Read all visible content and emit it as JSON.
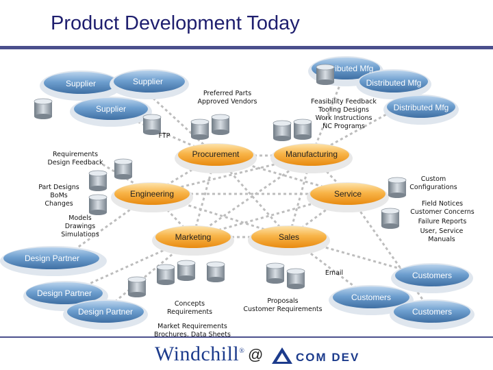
{
  "title": "Product Development Today",
  "nodes": {
    "distributed_mfg_1": "Distributed Mfg",
    "distributed_mfg_2": "Distributed Mfg",
    "distributed_mfg_3": "Distributed Mfg",
    "supplier_1": "Supplier",
    "supplier_2": "Supplier",
    "supplier_3": "Supplier",
    "procurement": "Procurement",
    "manufacturing": "Manufacturing",
    "engineering": "Engineering",
    "service": "Service",
    "marketing": "Marketing",
    "sales": "Sales",
    "design_partner_1": "Design Partner",
    "design_partner_2": "Design Partner",
    "design_partner_3": "Design Partner",
    "customers_1": "Customers",
    "customers_2": "Customers",
    "customers_3": "Customers"
  },
  "labels": {
    "preferred_parts": [
      "Preferred Parts",
      "Approved Vendors"
    ],
    "feasibility": [
      "Feasibility Feedback",
      "Tooling Designs",
      "Work Instructions",
      "NC Programs"
    ],
    "ftp": "FTP",
    "requirements": [
      "Requirements",
      "Design Feedback"
    ],
    "part_designs": [
      "Part Designs",
      "BoMs",
      "Changes"
    ],
    "models": [
      "Models",
      "Drawings",
      "Simulations"
    ],
    "custom_configs": [
      "Custom",
      "Configurations"
    ],
    "field_notices": [
      "Field Notices",
      "Customer Concerns"
    ],
    "failure_reports": [
      "Failure Reports"
    ],
    "user_manuals": [
      "User, Service",
      "Manuals"
    ],
    "email": "Email",
    "concepts": [
      "Concepts",
      "Requirements"
    ],
    "proposals": [
      "Proposals",
      "Customer Requirements"
    ],
    "market_req": [
      "Market Requirements",
      "Brochures, Data Sheets"
    ]
  },
  "footer": {
    "windchill": "Windchill",
    "registered": "®",
    "at": "@",
    "comdev": "COM DEV"
  },
  "colors": {
    "title": "#1e1e6e",
    "rule": "#4a4f8c",
    "orange_pill": "#f6a02a",
    "blue_pill": "#5b8ec0",
    "connector": "#b8b8b8"
  }
}
